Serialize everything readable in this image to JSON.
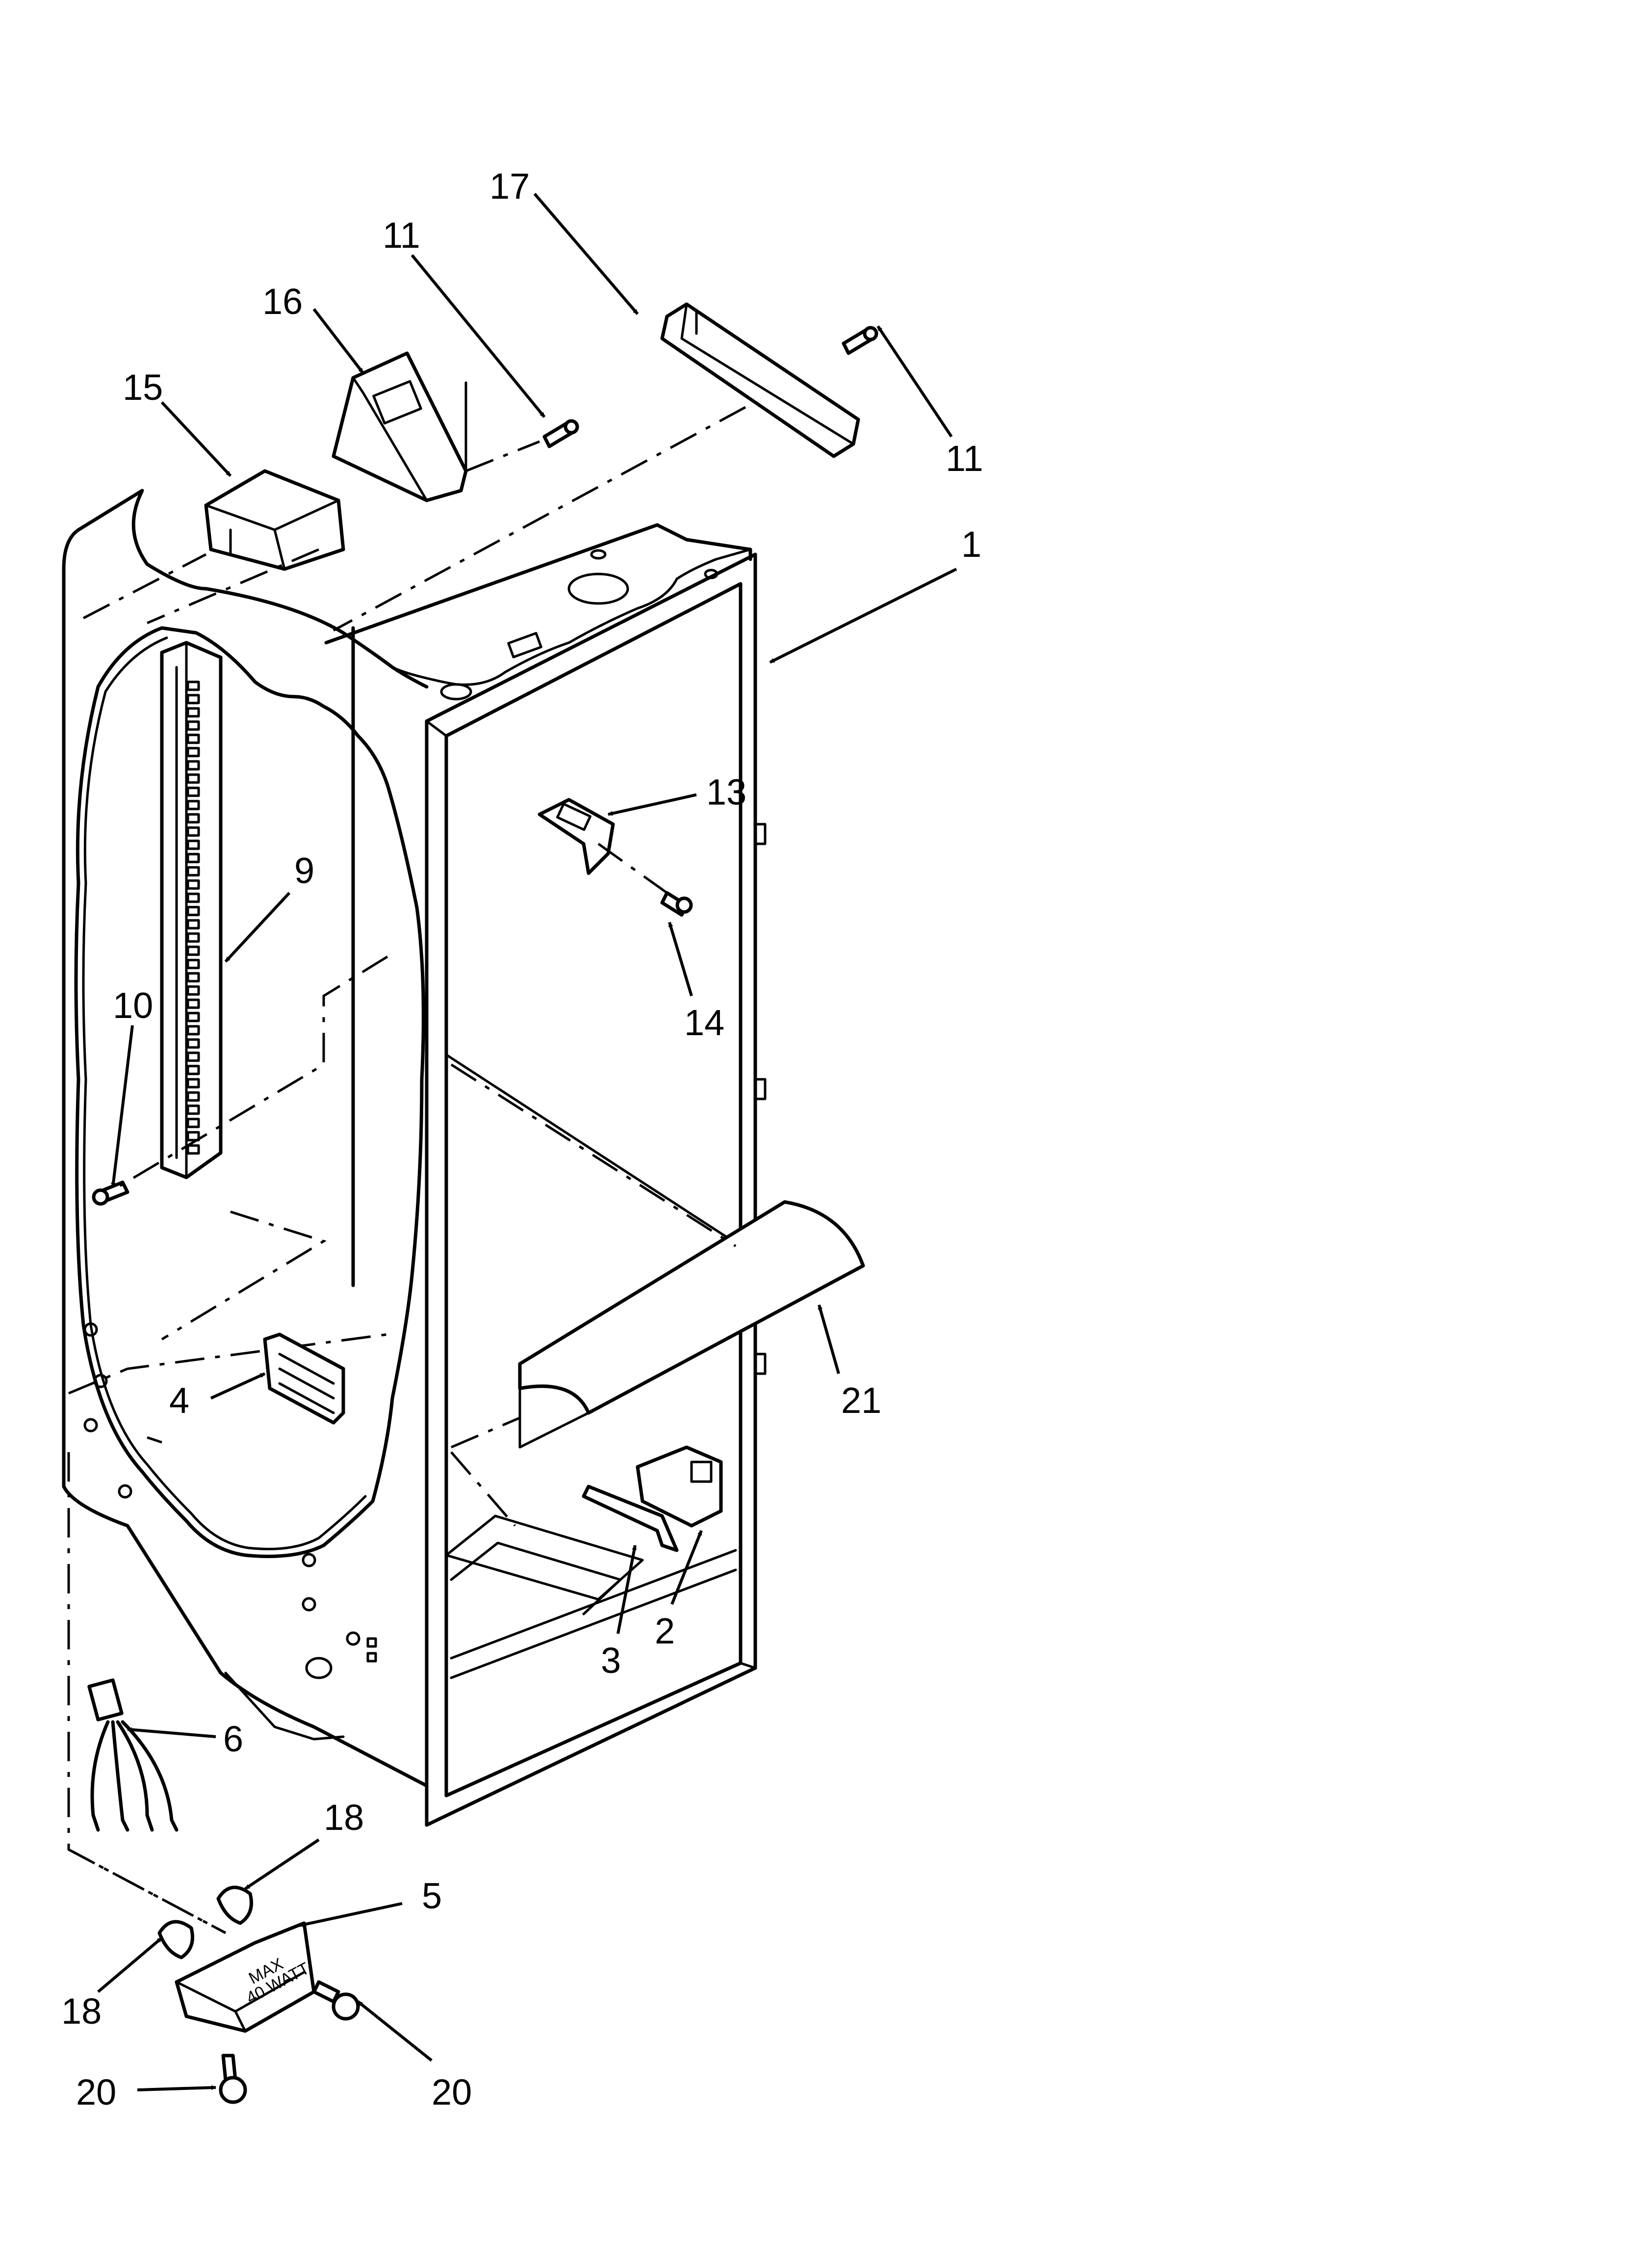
{
  "callouts": {
    "c17": "17",
    "c11a": "11",
    "c16": "16",
    "c15": "15",
    "c11b": "11",
    "c1": "1",
    "c13": "13",
    "c9": "9",
    "c14": "14",
    "c10": "10",
    "c21": "21",
    "c4": "4",
    "c2": "2",
    "c3": "3",
    "c6": "6",
    "c18a": "18",
    "c5": "5",
    "c18b": "18",
    "c20a": "20",
    "c20b": "20"
  },
  "part_labels": {
    "light_socket_line1": "MAX",
    "light_socket_line2": "40 WATT"
  }
}
